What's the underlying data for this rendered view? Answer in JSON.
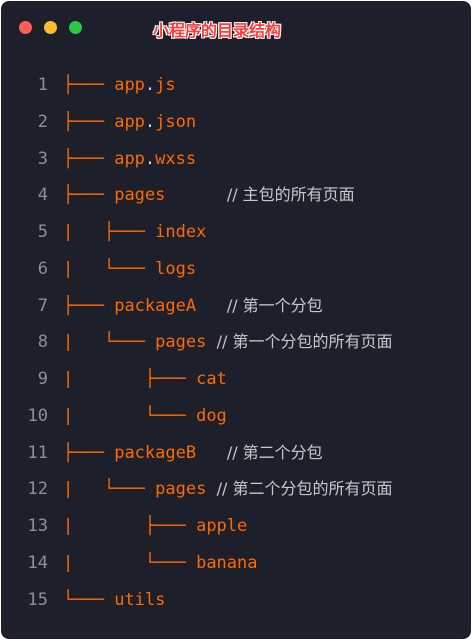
{
  "window": {
    "title": "小程序的目录结构",
    "colors": {
      "background": "#1d1f2b",
      "accent": "#ff6a00",
      "title": "#ff3b3b"
    }
  },
  "lines": [
    {
      "num": "1",
      "branch": "├───",
      "indent": " ",
      "name": "app",
      "dot": ".",
      "ext": "js",
      "pad": "",
      "comment": ""
    },
    {
      "num": "2",
      "branch": "├───",
      "indent": " ",
      "name": "app",
      "dot": ".",
      "ext": "json",
      "pad": "",
      "comment": ""
    },
    {
      "num": "3",
      "branch": "├───",
      "indent": " ",
      "name": "app",
      "dot": ".",
      "ext": "wxss",
      "pad": "",
      "comment": ""
    },
    {
      "num": "4",
      "branch": "├───",
      "indent": " ",
      "name": "pages",
      "dot": "",
      "ext": "",
      "pad": "      ",
      "comment": "// 主包的所有页面"
    },
    {
      "num": "5",
      "branch": "|   ├───",
      "indent": " ",
      "name": "index",
      "dot": "",
      "ext": "",
      "pad": "",
      "comment": ""
    },
    {
      "num": "6",
      "branch": "|   └───",
      "indent": " ",
      "name": "logs",
      "dot": "",
      "ext": "",
      "pad": "",
      "comment": ""
    },
    {
      "num": "7",
      "branch": "├───",
      "indent": " ",
      "name": "packageA",
      "dot": "",
      "ext": "",
      "pad": "   ",
      "comment": "// 第一个分包"
    },
    {
      "num": "8",
      "branch": "|   └───",
      "indent": " ",
      "name": "pages",
      "dot": "",
      "ext": "",
      "pad": " ",
      "comment": "// 第一个分包的所有页面"
    },
    {
      "num": "9",
      "branch": "|       ├───",
      "indent": " ",
      "name": "cat",
      "dot": "",
      "ext": "",
      "pad": "",
      "comment": ""
    },
    {
      "num": "10",
      "branch": "|       └───",
      "indent": " ",
      "name": "dog",
      "dot": "",
      "ext": "",
      "pad": "",
      "comment": ""
    },
    {
      "num": "11",
      "branch": "├───",
      "indent": " ",
      "name": "packageB",
      "dot": "",
      "ext": "",
      "pad": "   ",
      "comment": "// 第二个分包"
    },
    {
      "num": "12",
      "branch": "|   └───",
      "indent": " ",
      "name": "pages",
      "dot": "",
      "ext": "",
      "pad": " ",
      "comment": "// 第二个分包的所有页面"
    },
    {
      "num": "13",
      "branch": "|       ├───",
      "indent": " ",
      "name": "apple",
      "dot": "",
      "ext": "",
      "pad": "",
      "comment": ""
    },
    {
      "num": "14",
      "branch": "|       └───",
      "indent": " ",
      "name": "banana",
      "dot": "",
      "ext": "",
      "pad": "",
      "comment": ""
    },
    {
      "num": "15",
      "branch": "└───",
      "indent": " ",
      "name": "utils",
      "dot": "",
      "ext": "",
      "pad": "",
      "comment": ""
    }
  ]
}
